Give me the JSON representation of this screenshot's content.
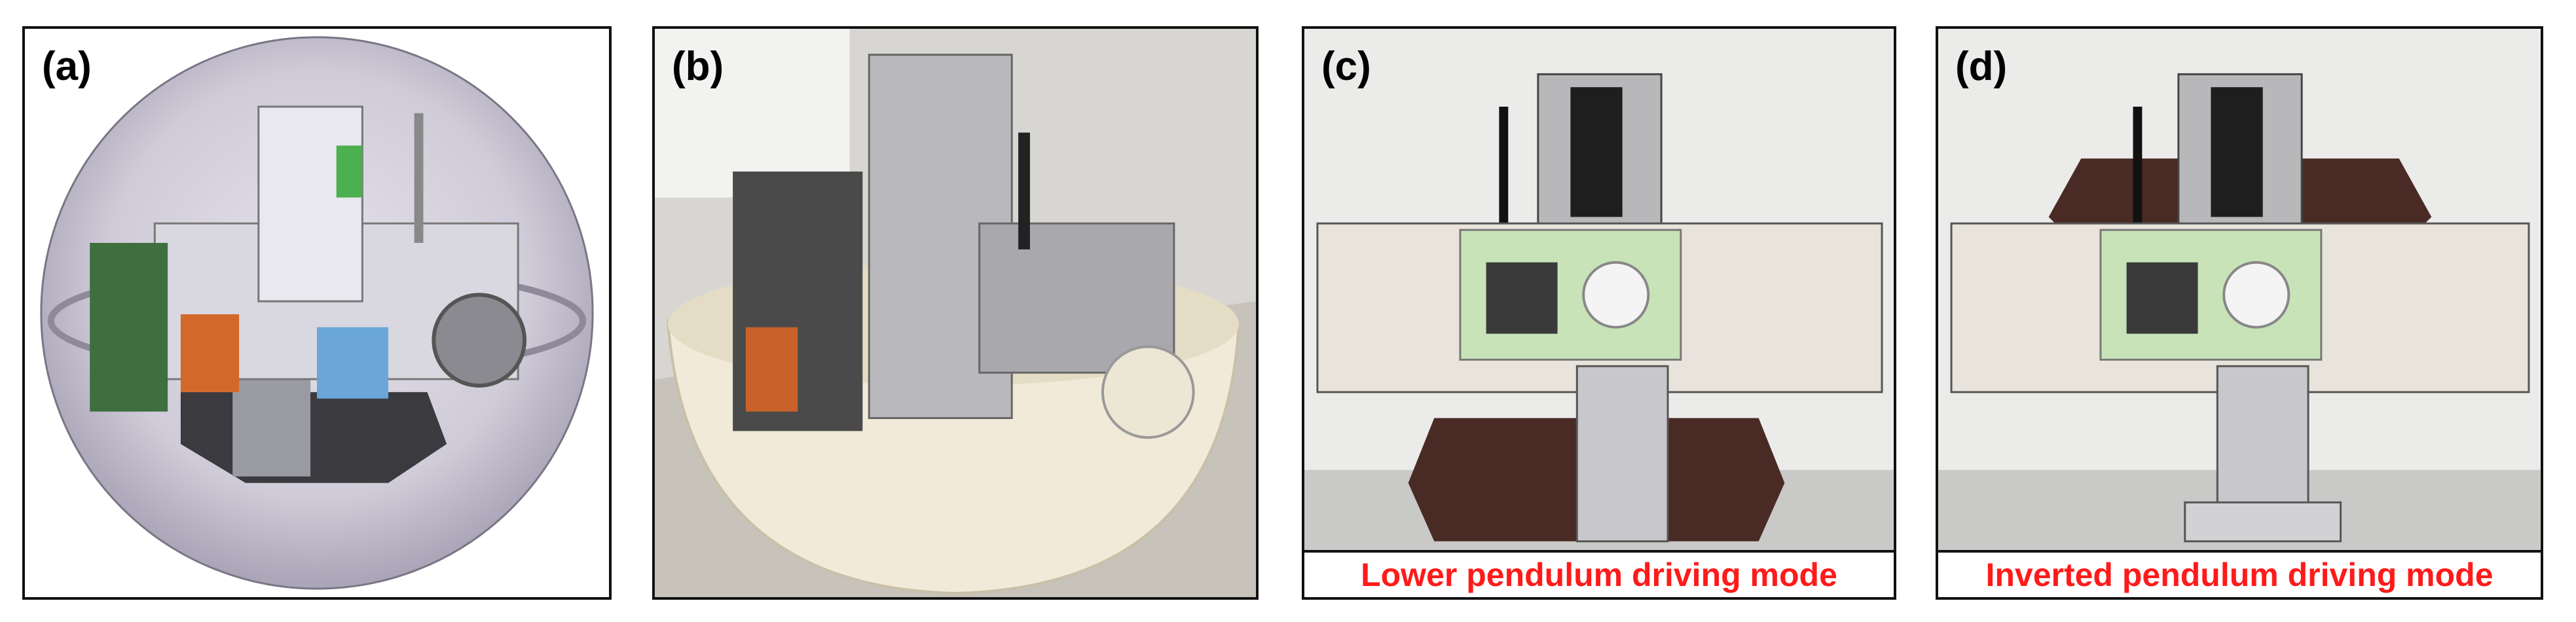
{
  "panels": [
    {
      "label": "(a)",
      "caption": ""
    },
    {
      "label": "(b)",
      "caption": ""
    },
    {
      "label": "(c)",
      "caption": "Lower pendulum driving mode"
    },
    {
      "label": "(d)",
      "caption": "Inverted pendulum driving mode"
    }
  ],
  "colors": {
    "caption_text": "#ff1a1a",
    "border": "#111111",
    "pendulum_brown": "#4a2a25",
    "green_board": "#c9e3b8"
  }
}
